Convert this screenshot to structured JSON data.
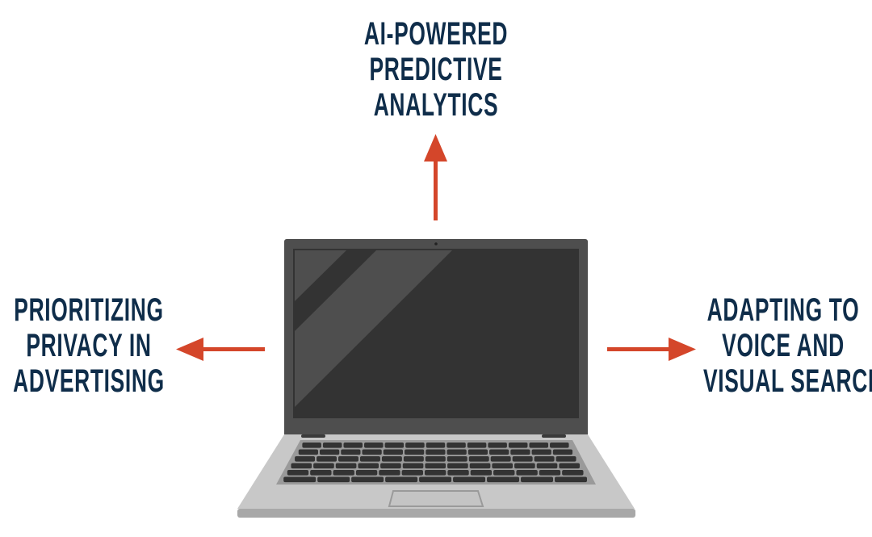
{
  "labels": {
    "top": [
      "AI-POWERED",
      "PREDICTIVE",
      "ANALYTICS"
    ],
    "left": [
      "PRIORITIZING",
      "PRIVACY IN",
      "ADVERTISING"
    ],
    "right": [
      "ADAPTING TO",
      "VOICE AND",
      "VISUAL SEARCH"
    ]
  },
  "icons": {
    "center": "laptop-icon",
    "arrows": "arrow-icon"
  },
  "colors": {
    "text": "#0f2d4a",
    "arrow": "#d4462a",
    "lid": "#4e4e4e",
    "screen": "#333333",
    "base": "#c8c8c8",
    "key": "#333333"
  }
}
